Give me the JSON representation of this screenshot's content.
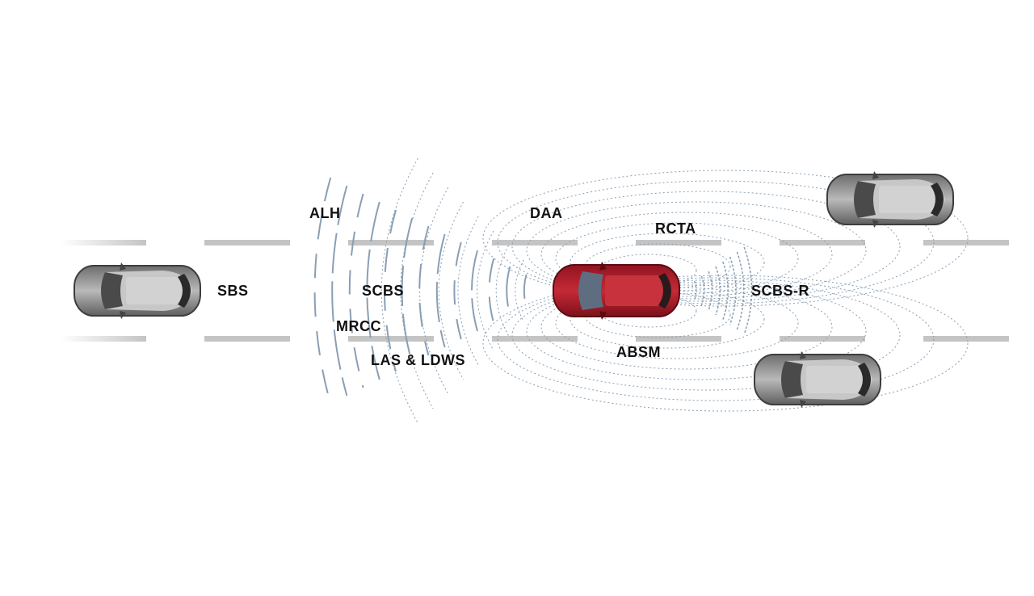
{
  "diagram": {
    "title": "Driver assistance systems overview",
    "colors": {
      "background": "#ffffff",
      "lane_marking": "#c4c4c4",
      "ego_car": "#b3202c",
      "other_car": "#9a9a9a",
      "sensor_wave": "#8a9fb3",
      "label_text": "#111111"
    },
    "labels": {
      "sbs": "SBS",
      "alh": "ALH",
      "scbs": "SCBS",
      "mrcc": "MRCC",
      "las_ldws": "LAS & LDWS",
      "daa": "DAA",
      "rcta": "RCTA",
      "absm": "ABSM",
      "scbs_r": "SCBS-R"
    },
    "vehicles": [
      {
        "id": "lead-car",
        "role": "vehicle ahead",
        "color": "grey"
      },
      {
        "id": "ego-car",
        "role": "own vehicle",
        "color": "red"
      },
      {
        "id": "rear-left-car",
        "role": "vehicle rear adjacent lane",
        "color": "grey"
      },
      {
        "id": "rear-right-car",
        "role": "vehicle rear adjacent lane",
        "color": "grey"
      }
    ]
  }
}
